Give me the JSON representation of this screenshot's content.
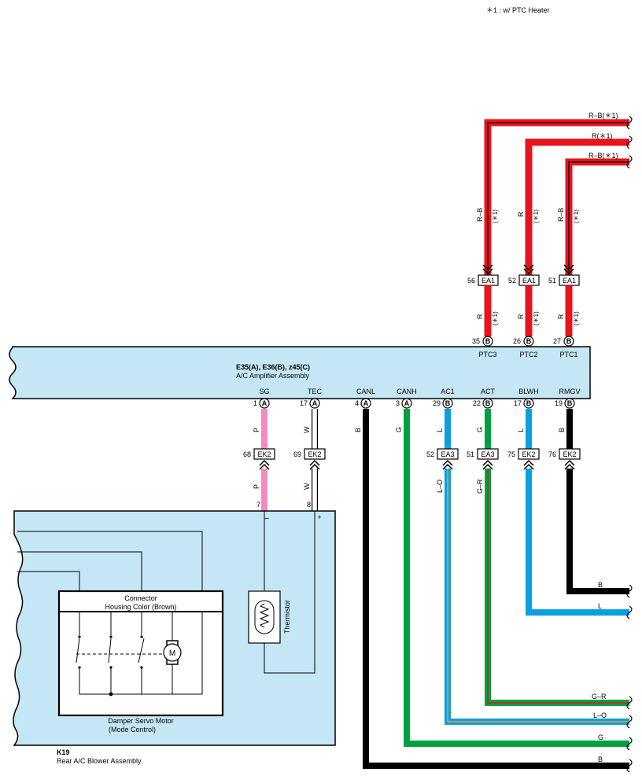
{
  "note": "＊1 : w/ PTC Heater",
  "amplifier": {
    "connectors": "E35(A), E36(B), z45(C)",
    "name": "A/C Amplifier Assembly",
    "top_pins": [
      {
        "num": "35",
        "conn": "B",
        "label": "PTC3",
        "wire": "R",
        "note": "(＊1)",
        "junction_pin": "56",
        "junction": "EA1",
        "wire_in": "R–B",
        "note_in": "(＊1)",
        "harness": "R–B(＊1)",
        "color": "#e8141c"
      },
      {
        "num": "26",
        "conn": "B",
        "label": "PTC2",
        "wire": "R",
        "note": "(＊1)",
        "junction_pin": "52",
        "junction": "EA1",
        "wire_in": "R",
        "note_in": "(＊1)",
        "harness": "R(＊1)",
        "color": "#e8141c"
      },
      {
        "num": "27",
        "conn": "B",
        "label": "PTC1",
        "wire": "R",
        "note": "(＊1)",
        "junction_pin": "51",
        "junction": "EA1",
        "wire_in": "R–B",
        "note_in": "(＊1)",
        "harness": "R–B(＊1)",
        "color": "#e8141c"
      }
    ],
    "bottom_pins": [
      {
        "num": "1",
        "conn": "A",
        "label": "SG",
        "wire": "P",
        "junction_pin": "68",
        "junction": "EK2",
        "wire_out": "P",
        "target_pin": "7",
        "color": "#f08cc0"
      },
      {
        "num": "17",
        "conn": "A",
        "label": "TEC",
        "wire": "W",
        "junction_pin": "69",
        "junction": "EK2",
        "wire_out": "W",
        "target_pin": "8",
        "color": "#ffffff"
      },
      {
        "num": "4",
        "conn": "A",
        "label": "CANL",
        "wire": "B",
        "harness": "B",
        "color": "#000000"
      },
      {
        "num": "3",
        "conn": "A",
        "label": "CANH",
        "wire": "G",
        "harness": "G",
        "color": "#00a040"
      },
      {
        "num": "29",
        "conn": "B",
        "label": "AC1",
        "wire": "L",
        "junction_pin": "52",
        "junction": "EA3",
        "wire_out": "L–O",
        "harness": "L–O",
        "color": "#0aa0e0"
      },
      {
        "num": "22",
        "conn": "B",
        "label": "ACT",
        "wire": "G",
        "junction_pin": "51",
        "junction": "EA3",
        "wire_out": "G–R",
        "harness": "G–R",
        "color": "#00a040"
      },
      {
        "num": "17",
        "conn": "B",
        "label": "BLWH",
        "wire": "L",
        "junction_pin": "75",
        "junction": "EK2",
        "harness": "L",
        "color": "#0aa0e0"
      },
      {
        "num": "19",
        "conn": "B",
        "label": "RMGV",
        "wire": "B",
        "junction_pin": "76",
        "junction": "EK2",
        "harness": "B",
        "color": "#000000"
      }
    ]
  },
  "blower": {
    "id": "K19",
    "name": "Rear A/C Blower Assembly",
    "minus": "–",
    "plus": "+",
    "thermistor": "Thermistor",
    "connector_title": "Connector",
    "connector_color": "Housing Color (Brown)",
    "motor_symbol": "M",
    "motor_name": "Damper Servo Motor",
    "motor_mode": "(Mode Control)"
  },
  "colors": {
    "panel_fill": "#c5e7f5",
    "red": "#e8141c",
    "green": "#00a040",
    "blue": "#0aa0e0",
    "pink": "#f08cc0",
    "orange": "#f39a2c"
  }
}
